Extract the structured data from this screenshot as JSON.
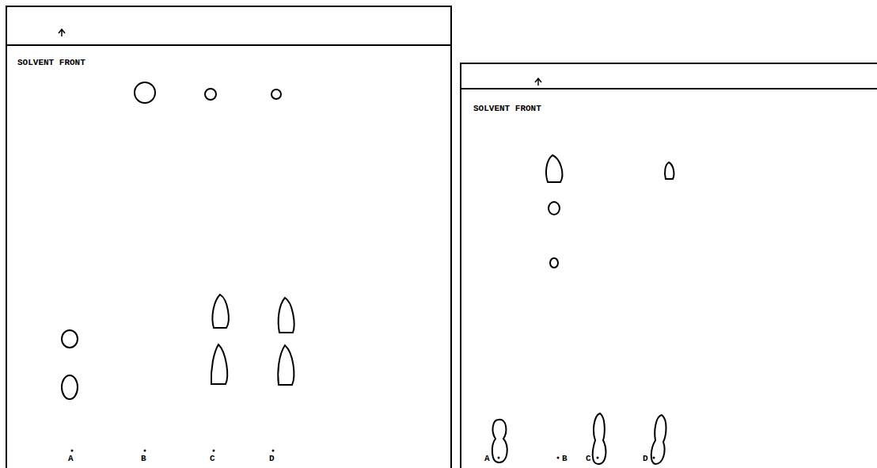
{
  "diagram": {
    "labels": [
      "SOLVENT FRONT",
      "A",
      "B",
      "C",
      "D",
      "SOLVENT FRONT",
      "A",
      "B",
      "C",
      "D"
    ]
  }
}
